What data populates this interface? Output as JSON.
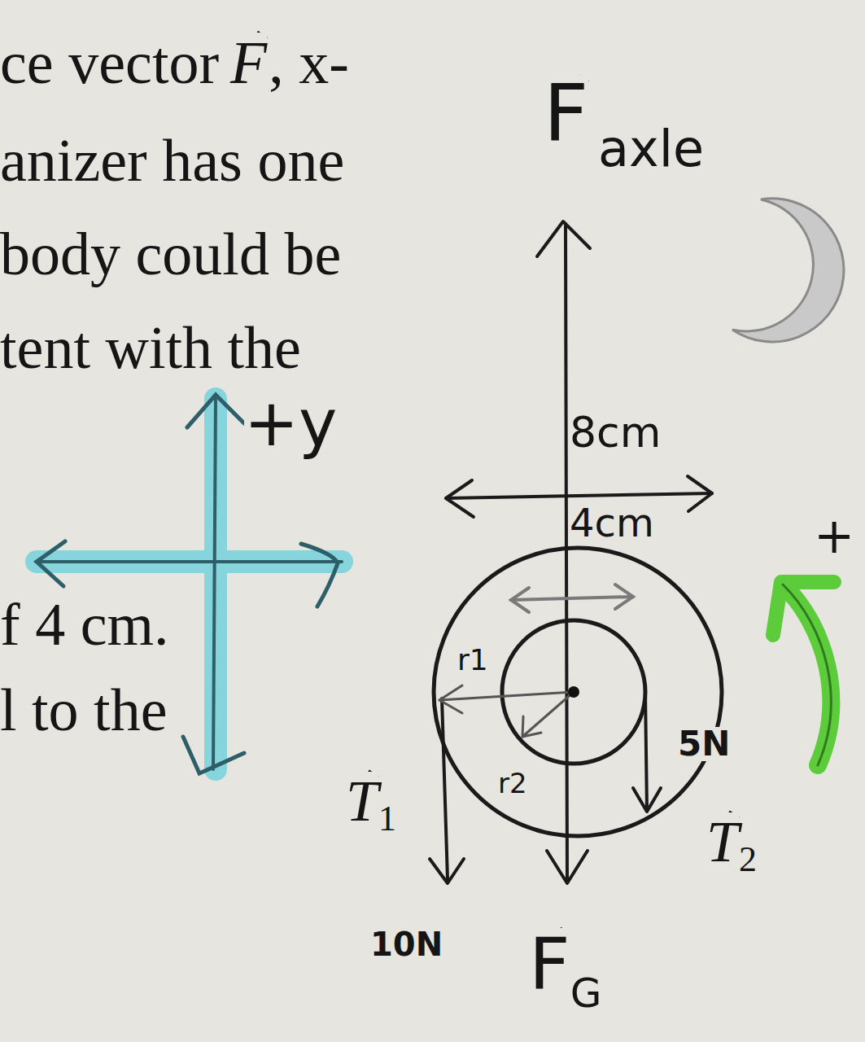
{
  "diagram": {
    "labels": [
      "ce vector",
      "F",
      ", x-",
      "anizer has one",
      "body could be",
      "tent with the",
      "f 4 cm.",
      "l to the",
      "+y",
      "F",
      "axle",
      "8cm",
      "4cm",
      "r1",
      "r2",
      "5N",
      "T",
      "1",
      "T",
      "2",
      "10N",
      "F",
      "G",
      "+"
    ]
  }
}
